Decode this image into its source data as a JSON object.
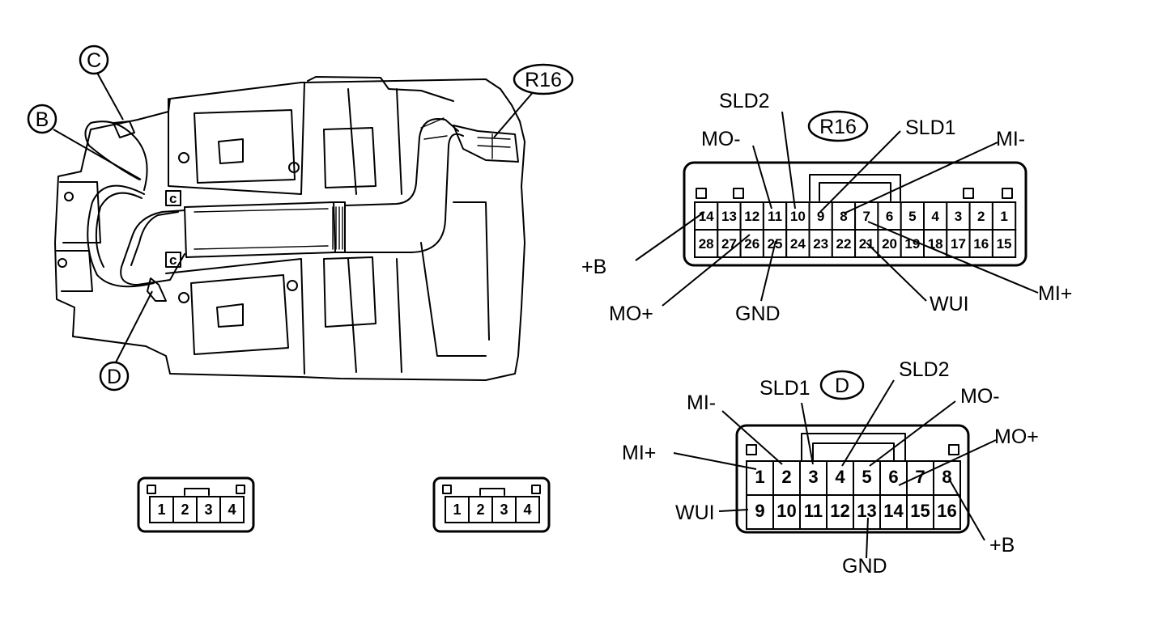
{
  "callouts": {
    "c": "C",
    "b": "B",
    "d": "D",
    "r16": "R16"
  },
  "harness": {
    "c_mark": "c"
  },
  "r16": {
    "tag": "R16",
    "top_pins": [
      "14",
      "13",
      "12",
      "11",
      "10",
      "9",
      "8",
      "7",
      "6",
      "5",
      "4",
      "3",
      "2",
      "1"
    ],
    "bottom_pins": [
      "28",
      "27",
      "26",
      "25",
      "24",
      "23",
      "22",
      "21",
      "20",
      "19",
      "18",
      "17",
      "16",
      "15"
    ],
    "labels": {
      "sld2": "SLD2",
      "sld1": "SLD1",
      "mo_minus": "MO-",
      "mi_minus": "MI-",
      "plus_b": "+B",
      "mo_plus": "MO+",
      "gnd": "GND",
      "wui": "WUI",
      "mi_plus": "MI+"
    }
  },
  "d": {
    "tag": "D",
    "top_pins": [
      "1",
      "2",
      "3",
      "4",
      "5",
      "6",
      "7",
      "8"
    ],
    "bottom_pins": [
      "9",
      "10",
      "11",
      "12",
      "13",
      "14",
      "15",
      "16"
    ],
    "labels": {
      "sld1": "SLD1",
      "sld2": "SLD2",
      "mi_minus": "MI-",
      "mo_minus": "MO-",
      "mi_plus": "MI+",
      "mo_plus": "MO+",
      "wui": "WUI",
      "plus_b": "+B",
      "gnd": "GND"
    }
  },
  "small_connectors": [
    {
      "pins": [
        "1",
        "2",
        "3",
        "4"
      ]
    },
    {
      "pins": [
        "1",
        "2",
        "3",
        "4"
      ]
    }
  ]
}
